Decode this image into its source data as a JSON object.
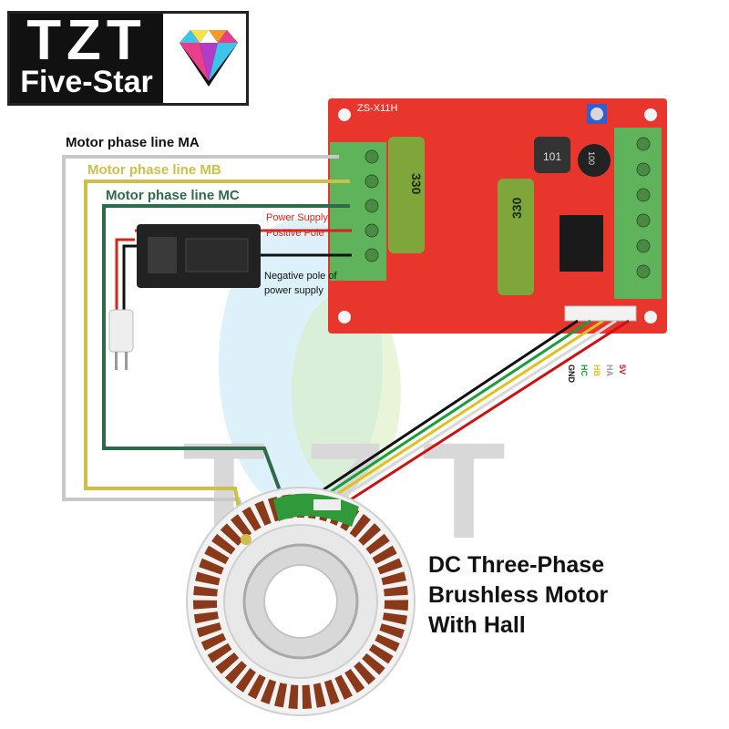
{
  "brand": {
    "logo_line1": "TZT",
    "logo_line2": "Five-Star"
  },
  "board": {
    "model_label": "ZS-X11H",
    "cap_large_label": "330",
    "cap_small_label": "100",
    "inductor_label": "101"
  },
  "labels": {
    "motor_ma": "Motor phase line MA",
    "motor_mb": "Motor phase line MB",
    "motor_mc": "Motor phase line MC",
    "power_positive_line1": "Power Supply",
    "power_positive_line2": "Positive Pole",
    "power_negative_line1": "Negative pole of",
    "power_negative_line2": "power supply"
  },
  "hall_pins": [
    "5V",
    "HA",
    "HB",
    "HC",
    "GND"
  ],
  "motor_title": {
    "line1": "DC Three-Phase",
    "line2": "Brushless Motor",
    "line3": "With Hall"
  },
  "watermark": "TZT",
  "colors": {
    "ma": "#c8c8c8",
    "mb": "#cdbf4a",
    "mc": "#2f6b4a",
    "board": "#e8362c",
    "terminal": "#5fb35a",
    "wire_red": "#d4261c",
    "wire_black": "#111111",
    "pin_5v": "#d01010",
    "pin_ha": "#d8d8d8",
    "pin_hb": "#e0c020",
    "pin_hc": "#1a9e3a",
    "pin_gnd": "#111111"
  }
}
